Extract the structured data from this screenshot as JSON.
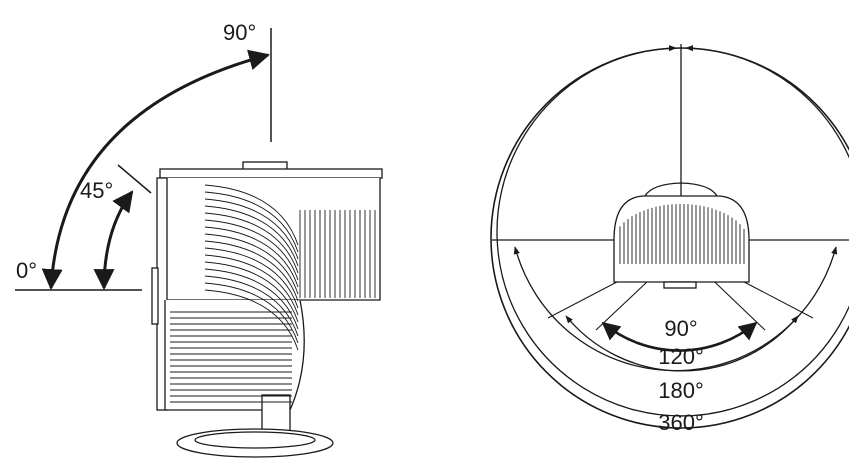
{
  "left_diagram": {
    "angle_labels": [
      "0°",
      "45°",
      "90°"
    ]
  },
  "right_diagram": {
    "spread_labels": [
      "90°",
      "120°",
      "180°",
      "360°"
    ]
  },
  "colors": {
    "ink": "#1a1a1a",
    "background": "#ffffff"
  }
}
